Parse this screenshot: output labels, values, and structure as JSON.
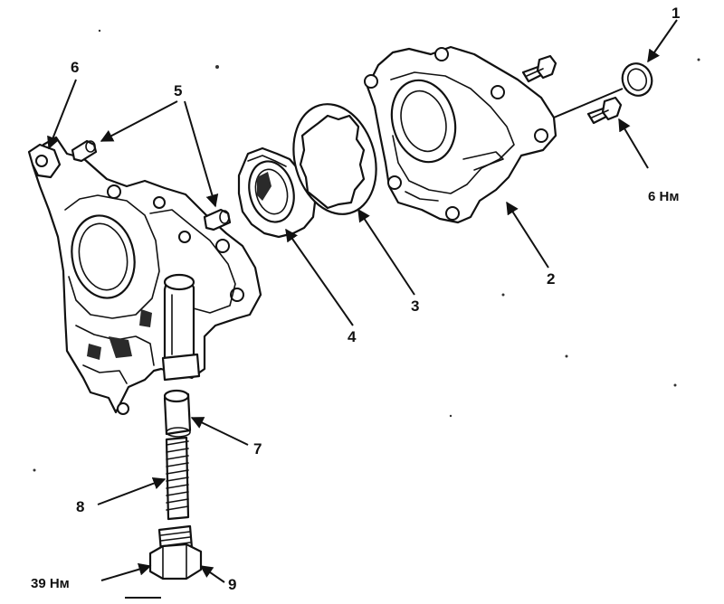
{
  "callouts": {
    "c1": "1",
    "c2": "2",
    "c3": "3",
    "c4": "4",
    "c5": "5",
    "c6": "6",
    "c7": "7",
    "c8": "8",
    "c9": "9"
  },
  "torques": {
    "t_bolt": "6 Нм",
    "t_plug": "39 Нм"
  }
}
